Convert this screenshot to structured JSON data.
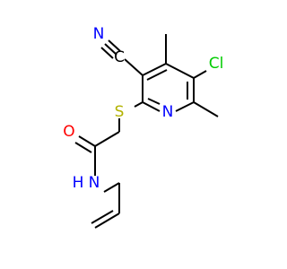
{
  "molecule": {
    "atoms": {
      "n_nitrile": "N",
      "c_nitrile": "C",
      "cl": "Cl",
      "s": "S",
      "n_ring": "N",
      "o": "O",
      "n_amide": "N",
      "h_amide": "H"
    },
    "colors": {
      "carbon": "#000000",
      "nitrogen": "#0000ff",
      "oxygen": "#ff0000",
      "sulfur": "#b2b200",
      "chlorine": "#00cc00"
    }
  }
}
